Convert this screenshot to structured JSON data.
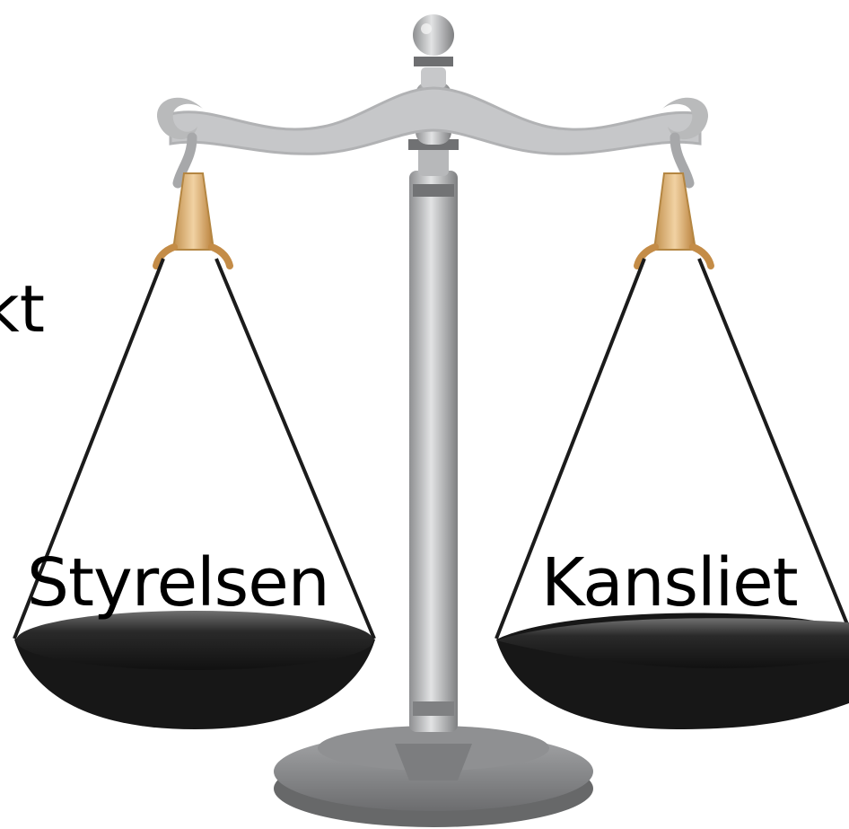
{
  "slide": {
    "partial_text": "kt",
    "left_pan_label": "Styrelsen",
    "right_pan_label": "Kansliet"
  },
  "illustration": {
    "subject": "balance-scale-icon",
    "metal_color": "#b9babb",
    "brass_color": "#c99a5b",
    "pan_color": "#1a1a1a",
    "rope_color": "#1b1b1b"
  }
}
